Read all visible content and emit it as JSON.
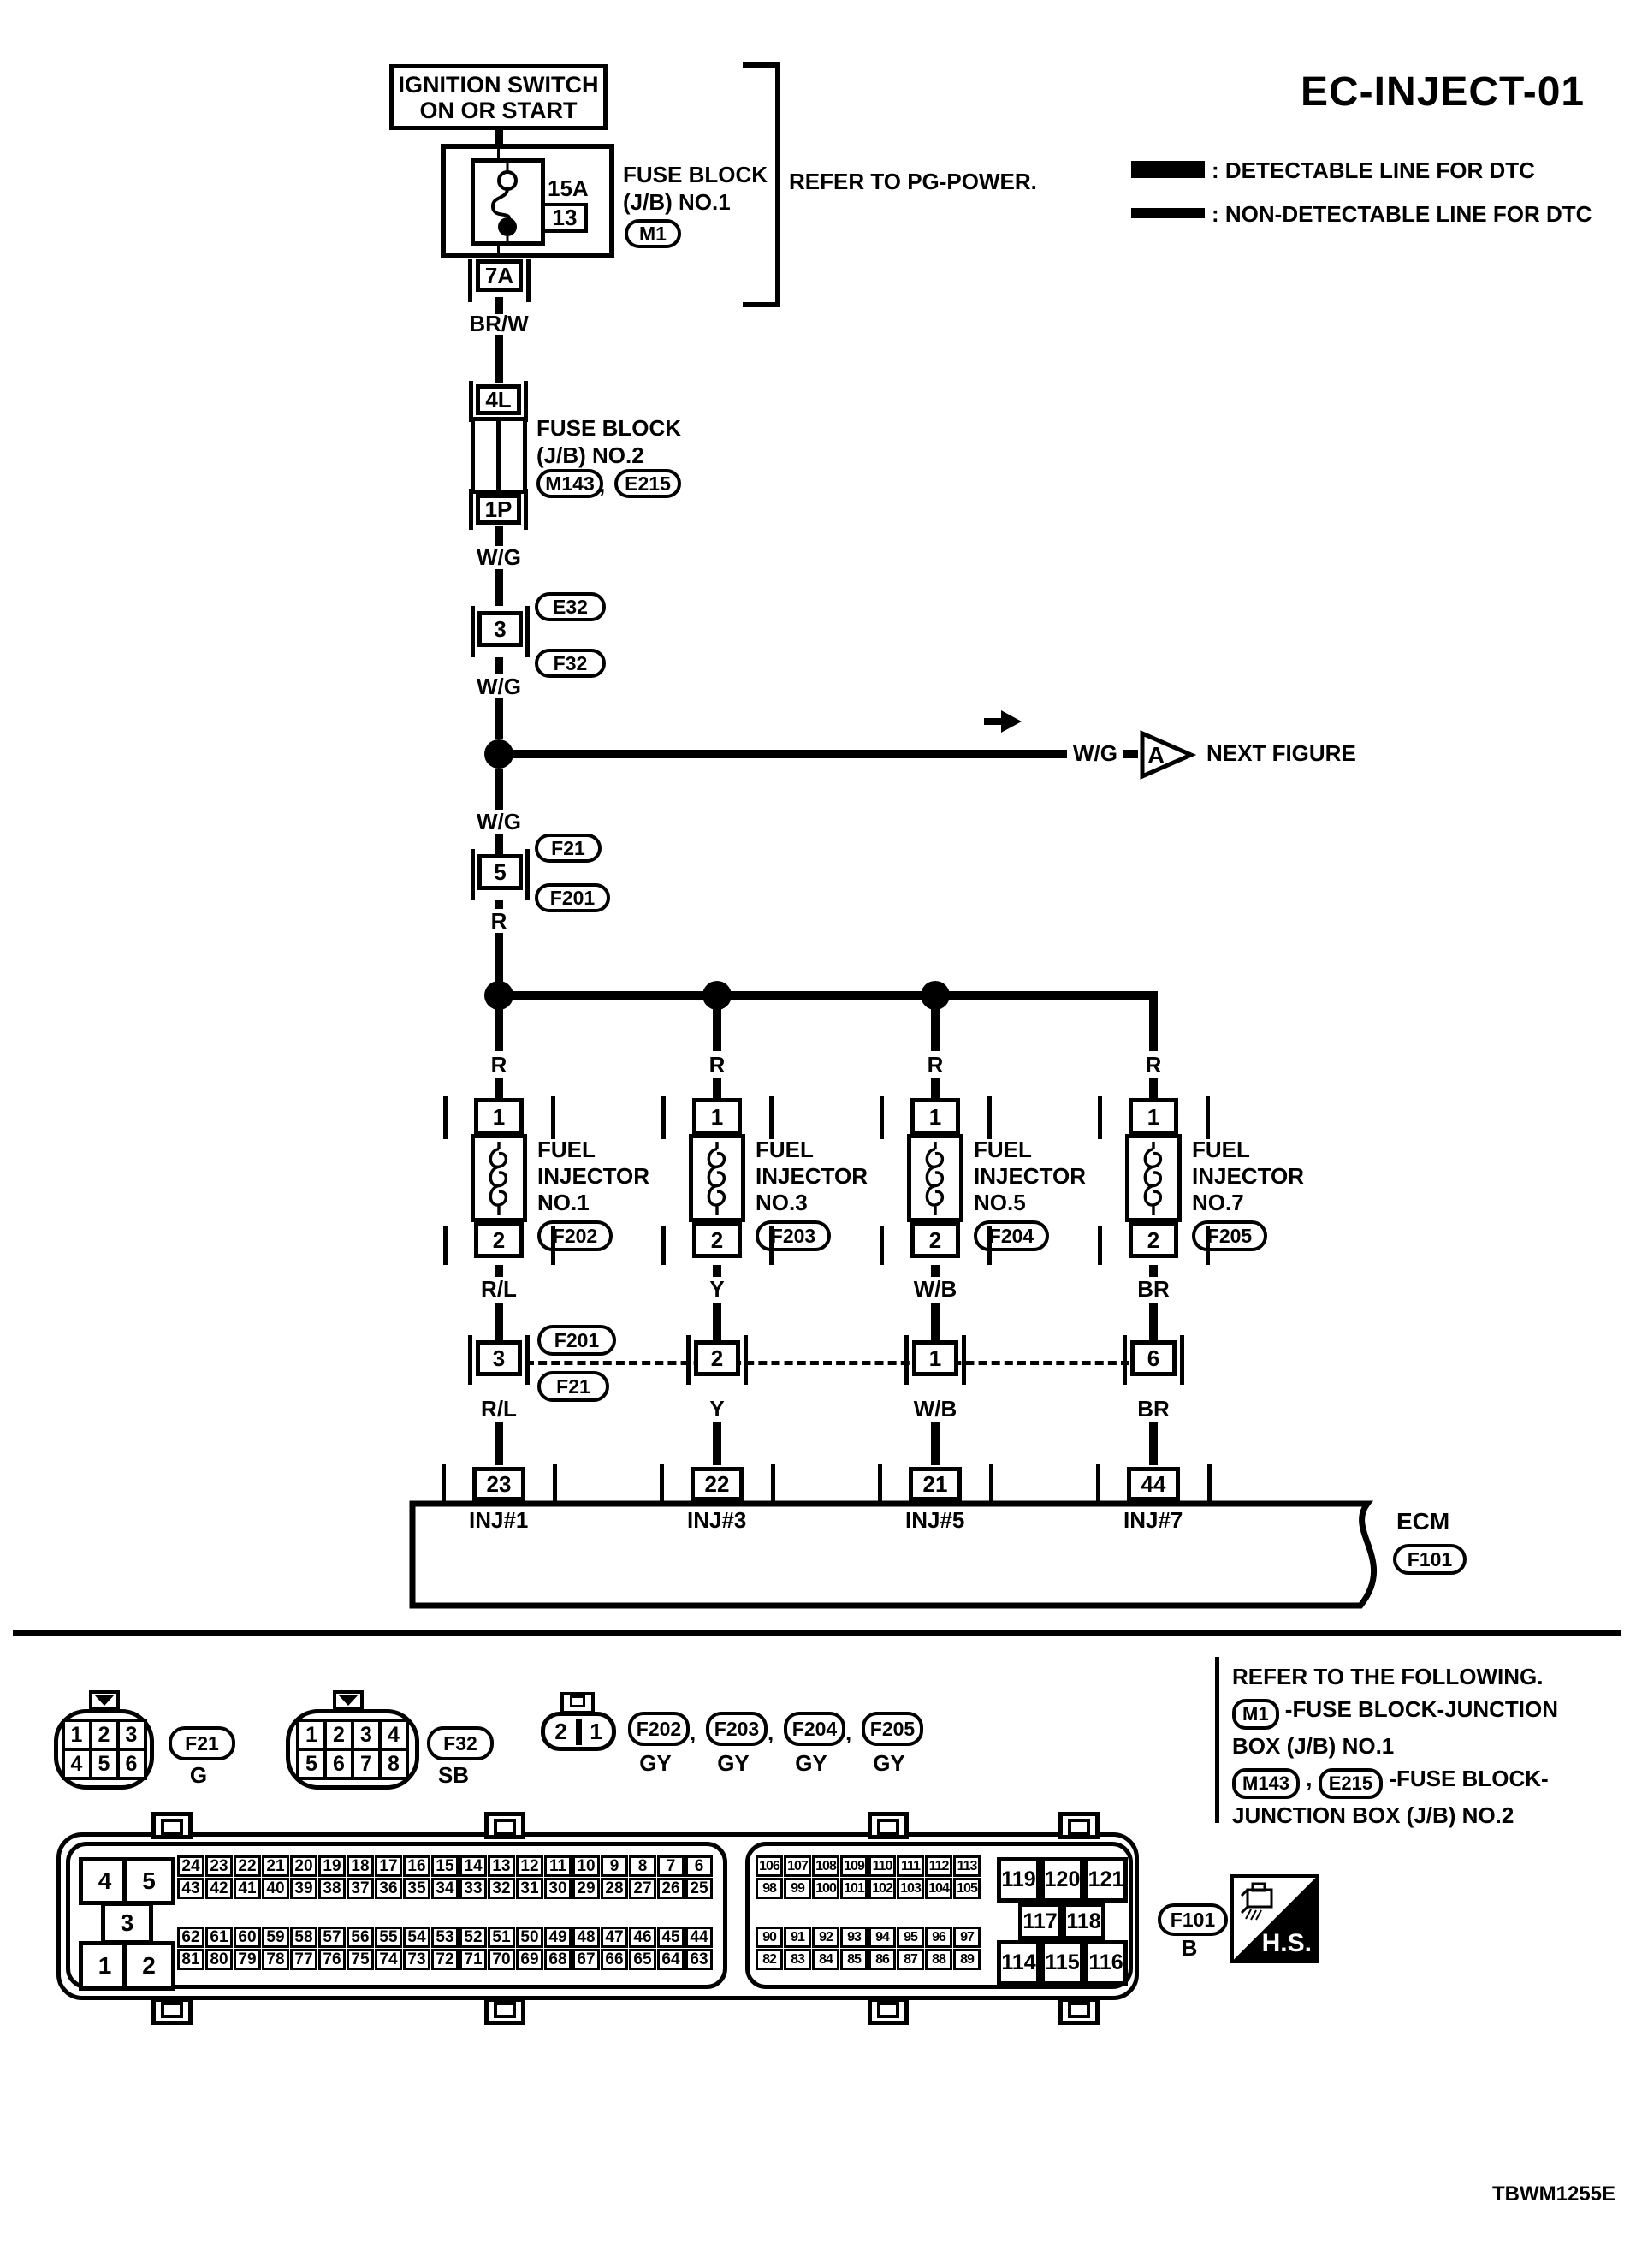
{
  "title": "EC-INJECT-01",
  "legend": {
    "detectable": ": DETECTABLE LINE FOR DTC",
    "non_detectable": ": NON-DETECTABLE LINE FOR DTC"
  },
  "top": {
    "ignition_line1": "IGNITION SWITCH",
    "ignition_line2": "ON OR START",
    "fuse_rating": "15A",
    "fuse_number": "13",
    "jb1_line1": "FUSE BLOCK",
    "jb1_line2": "(J/B) NO.1",
    "jb1_conn": "M1",
    "refer_pg": "REFER TO PG-POWER.",
    "term_7a": "7A",
    "wire_brw": "BR/W",
    "term_4l": "4L",
    "term_1p": "1P",
    "jb2_line1": "FUSE BLOCK",
    "jb2_line2": "(J/B) NO.2",
    "jb2_conn1": "M143",
    "comma": ",",
    "jb2_conn2": "E215",
    "wire_wg1": "W/G",
    "conn3_top": "E32",
    "conn3_pin": "3",
    "conn3_bottom": "F32",
    "wire_wg2": "W/G",
    "next_wire": "W/G",
    "next_marker": "A",
    "next_label": "NEXT FIGURE",
    "wire_wg3": "W/G",
    "conn5_top": "F21",
    "conn5_pin": "5",
    "conn5_bottom": "F201",
    "wire_r": "R"
  },
  "branches": [
    {
      "bus_wire": "R",
      "pin_top": "1",
      "name1": "FUEL",
      "name2": "INJECTOR",
      "name3": "NO.1",
      "conn_id": "F202",
      "pin_bottom": "2",
      "wire_color": "R/L",
      "mid_pin": "3",
      "mid_top": "F201",
      "mid_bottom": "F21",
      "wire_color2": "R/L",
      "ecm_pin": "23",
      "ecm_label": "INJ#1"
    },
    {
      "bus_wire": "R",
      "pin_top": "1",
      "name1": "FUEL",
      "name2": "INJECTOR",
      "name3": "NO.3",
      "conn_id": "F203",
      "pin_bottom": "2",
      "wire_color": "Y",
      "mid_pin": "2",
      "mid_top": "",
      "mid_bottom": "",
      "wire_color2": "Y",
      "ecm_pin": "22",
      "ecm_label": "INJ#3"
    },
    {
      "bus_wire": "R",
      "pin_top": "1",
      "name1": "FUEL",
      "name2": "INJECTOR",
      "name3": "NO.5",
      "conn_id": "F204",
      "pin_bottom": "2",
      "wire_color": "W/B",
      "mid_pin": "1",
      "mid_top": "",
      "mid_bottom": "",
      "wire_color2": "W/B",
      "ecm_pin": "21",
      "ecm_label": "INJ#5"
    },
    {
      "bus_wire": "R",
      "pin_top": "1",
      "name1": "FUEL",
      "name2": "INJECTOR",
      "name3": "NO.7",
      "conn_id": "F205",
      "pin_bottom": "2",
      "wire_color": "BR",
      "mid_pin": "6",
      "mid_top": "",
      "mid_bottom": "",
      "wire_color2": "BR",
      "ecm_pin": "44",
      "ecm_label": "INJ#7"
    }
  ],
  "ecm": {
    "label": "ECM",
    "conn": "F101"
  },
  "views": {
    "f21": {
      "rows": [
        [
          "1",
          "2",
          "3"
        ],
        [
          "4",
          "5",
          "6"
        ]
      ],
      "id": "F21",
      "color": "G"
    },
    "f32": {
      "rows": [
        [
          "1",
          "2",
          "3",
          "4"
        ],
        [
          "5",
          "6",
          "7",
          "8"
        ]
      ],
      "id": "F32",
      "color": "SB"
    },
    "two_pin": {
      "pins": [
        "2",
        "1"
      ],
      "ids": [
        {
          "id": "F202",
          "color": "GY"
        },
        {
          "id": "F203",
          "color": "GY"
        },
        {
          "id": "F204",
          "color": "GY"
        },
        {
          "id": "F205",
          "color": "GY"
        }
      ]
    }
  },
  "refer_block": {
    "title": "REFER TO THE FOLLOWING.",
    "lines": [
      {
        "ovals": [
          "M1"
        ],
        "text": "-FUSE BLOCK-JUNCTION"
      },
      {
        "ovals": [],
        "text": "BOX (J/B) NO.1"
      },
      {
        "ovals": [
          "M143",
          "E215"
        ],
        "text": "-FUSE BLOCK-"
      },
      {
        "ovals": [],
        "text": "JUNCTION BOX (J/B) NO.2"
      }
    ]
  },
  "ecm_connector": {
    "left_cluster": [
      [
        "4",
        "5"
      ],
      [
        "3"
      ],
      [
        "1",
        "2"
      ]
    ],
    "bank_a": [
      [
        "24",
        "23",
        "22",
        "21",
        "20",
        "19",
        "18",
        "17",
        "16",
        "15",
        "14",
        "13",
        "12",
        "11",
        "10",
        "9",
        "8",
        "7",
        "6"
      ],
      [
        "43",
        "42",
        "41",
        "40",
        "39",
        "38",
        "37",
        "36",
        "35",
        "34",
        "33",
        "32",
        "31",
        "30",
        "29",
        "28",
        "27",
        "26",
        "25"
      ],
      [
        "62",
        "61",
        "60",
        "59",
        "58",
        "57",
        "56",
        "55",
        "54",
        "53",
        "52",
        "51",
        "50",
        "49",
        "48",
        "47",
        "46",
        "45",
        "44"
      ],
      [
        "81",
        "80",
        "79",
        "78",
        "77",
        "76",
        "75",
        "74",
        "73",
        "72",
        "71",
        "70",
        "69",
        "68",
        "67",
        "66",
        "65",
        "64",
        "63"
      ]
    ],
    "bank_b": [
      [
        "106",
        "107",
        "108",
        "109",
        "110",
        "111",
        "112",
        "113"
      ],
      [
        "98",
        "99",
        "100",
        "101",
        "102",
        "103",
        "104",
        "105"
      ],
      [
        "90",
        "91",
        "92",
        "93",
        "94",
        "95",
        "96",
        "97"
      ],
      [
        "82",
        "83",
        "84",
        "85",
        "86",
        "87",
        "88",
        "89"
      ]
    ],
    "right_cluster": [
      [
        "119",
        "120",
        "121"
      ],
      [
        "117",
        "118"
      ],
      [
        "114",
        "115",
        "116"
      ]
    ],
    "conn": "F101",
    "conn_color": "B",
    "hs_label": "H.S."
  },
  "footer_code": "TBWM1255E"
}
